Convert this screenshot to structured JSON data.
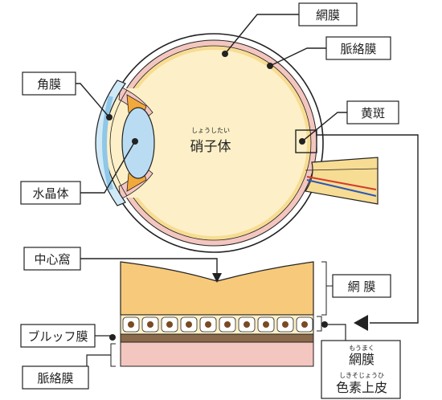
{
  "labels": {
    "retina_top": "網膜",
    "choroid_top": "脈絡膜",
    "cornea": "角膜",
    "macula": "黄斑",
    "vitreous_ruby": "しょうしたい",
    "vitreous": "硝子体",
    "lens": "水晶体",
    "fovea": "中心窩",
    "retina_layer": "網 膜",
    "bruch": "ブルッフ膜",
    "choroid_bottom": "脈絡膜",
    "rpe_ruby1": "もうまく",
    "rpe_line1": "網膜",
    "rpe_ruby2": "しきそじょうひ",
    "rpe_line2": "色素上皮"
  },
  "colors": {
    "vitreous": "#fdf0c8",
    "retina": "#f7c97a",
    "choroid_pink": "#f4c6c0",
    "sclera_blue": "#cfe9f7",
    "lens_blue": "#b9dcf2",
    "iris_orange": "#f2a93b",
    "bruch_brown": "#8a6a4a",
    "pigment_dot": "#7a4a22"
  }
}
